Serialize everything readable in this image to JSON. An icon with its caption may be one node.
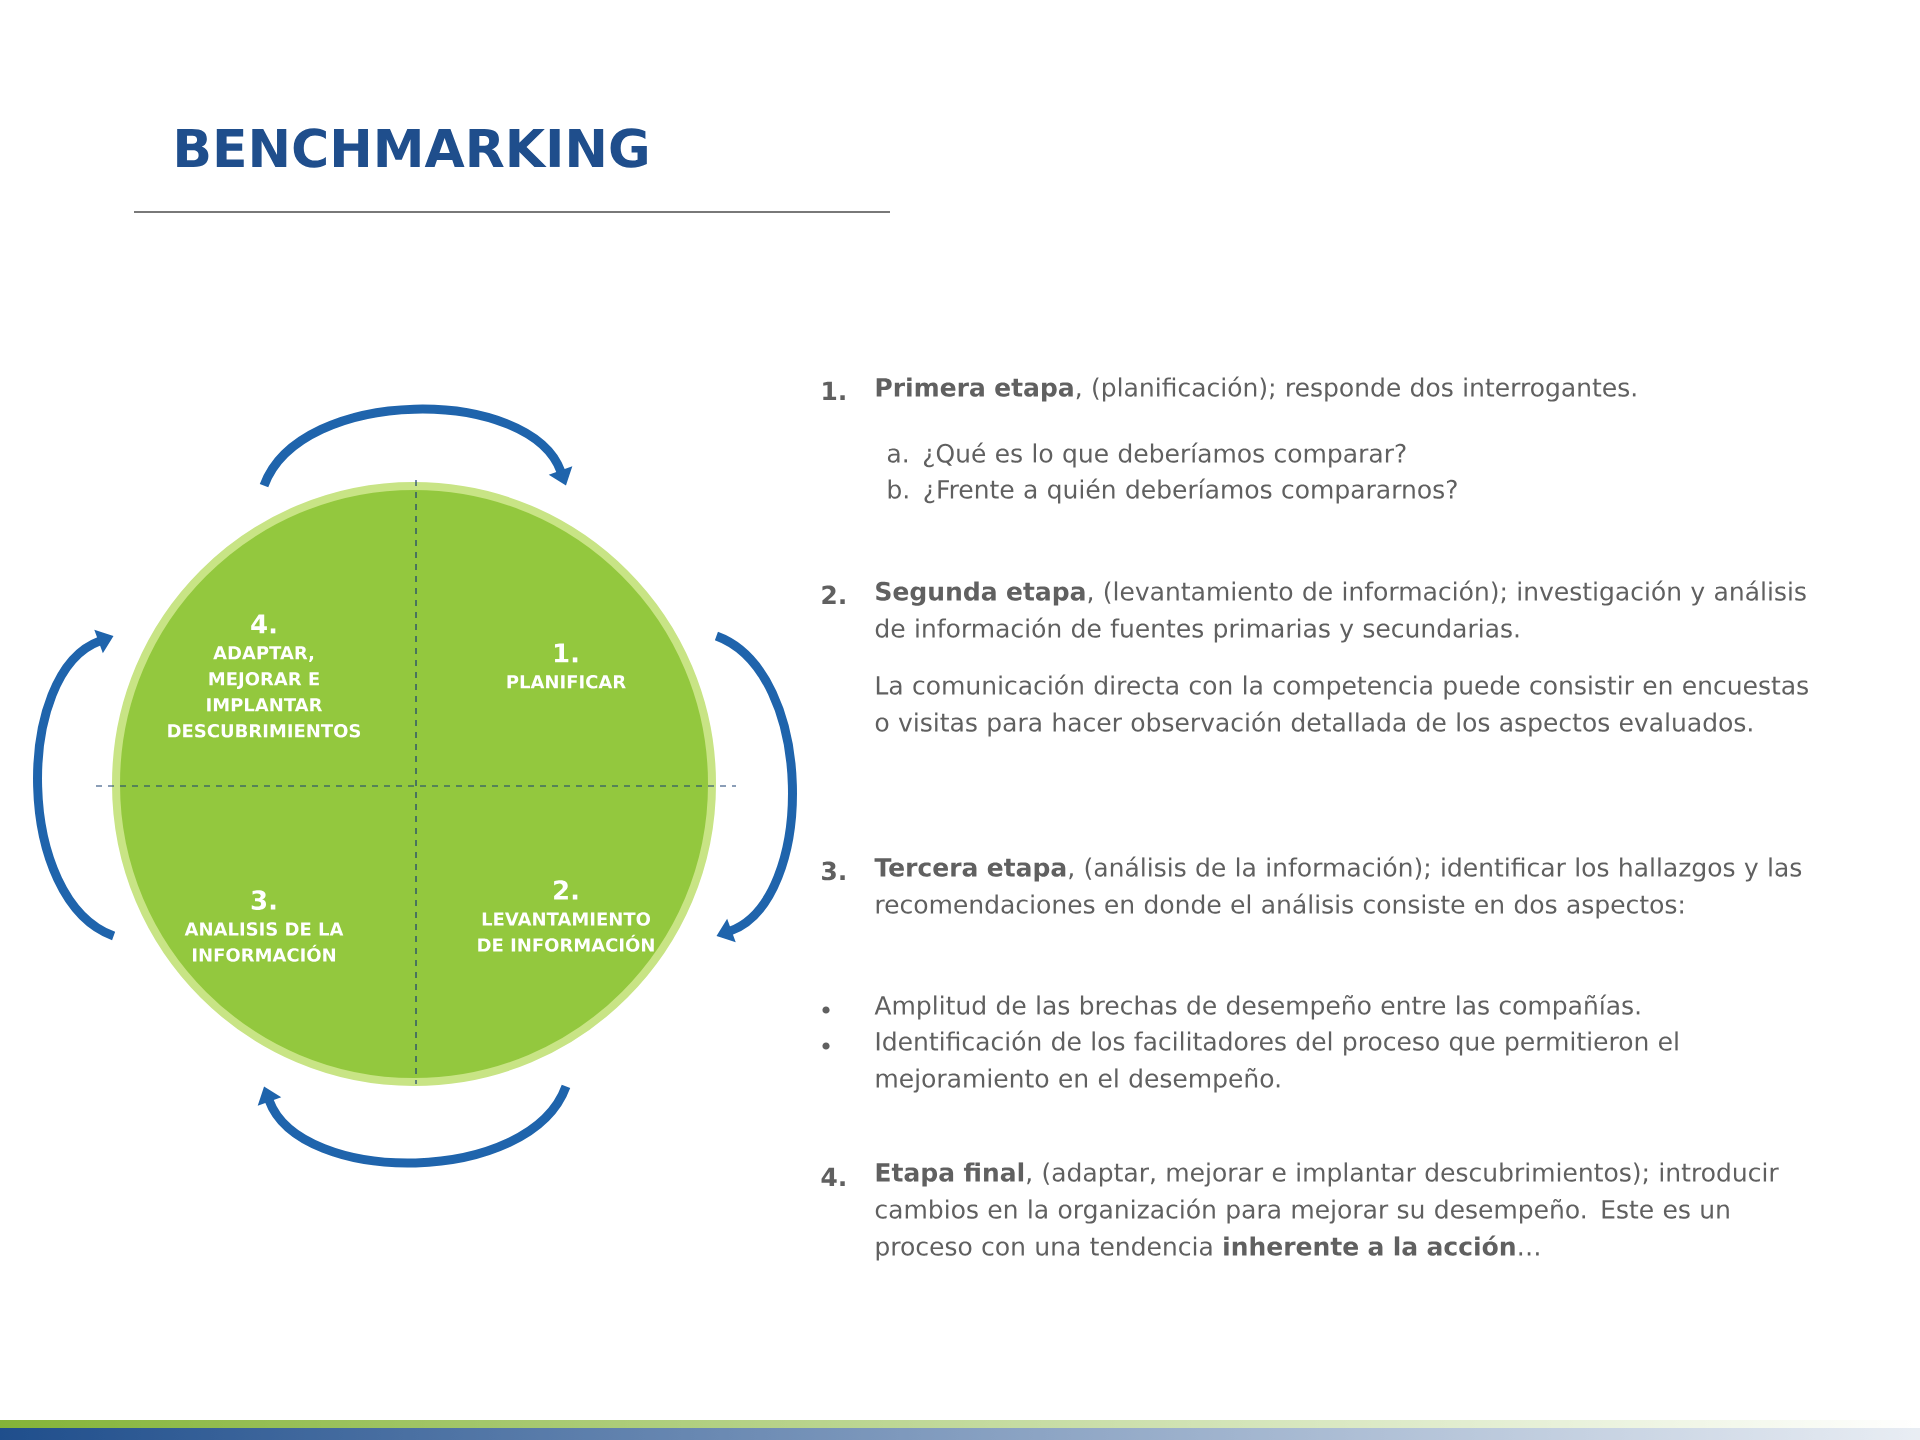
{
  "diagram": {
    "title": "BENCHMARKING",
    "nodes": [
      {
        "text": [
          "4.",
          "ADAPTAR, MEJORAR E IMPLANTAR DESCUBRIMIENTOS"
        ]
      },
      {
        "text": [
          "1.",
          "PLANIFICAR"
        ]
      },
      {
        "text": [
          "3.",
          "ANALISIS DE LA INFORMACIÓN"
        ]
      },
      {
        "text": [
          "2.",
          "LEVANTAMIENTO DE INFORMACIÓN"
        ]
      }
    ],
    "edges": [
      {
        "from": 0,
        "to": 1,
        "arrow": "to"
      },
      {
        "from": 1,
        "to": 3,
        "arrow": "to"
      },
      {
        "from": 3,
        "to": 2,
        "arrow": "to"
      },
      {
        "from": 2,
        "to": 0,
        "arrow": "to"
      }
    ],
    "labels": [
      "1.",
      "**Primera etapa**, (planificación); responde dos interrogantes.",
      "a. ¿Qué es lo que deberíamos comparar?",
      "b. ¿Frente a quién deberíamos compararnos?",
      "2.",
      "**Segunda etapa**, (levantamiento de información); investigación y análisis de información de fuentes primarias y secundarias.",
      "La comunicación directa con la competencia puede consistir en encuestas o visitas para hacer observación detallada de los aspectos evaluados.",
      "3.",
      "**Tercera etapa**, (análisis de la información); identificar los hallazgos y las recomendaciones en donde el análisis consiste en dos aspectos:",
      "Amplitud de las brechas de desempeño entre las compañías.",
      "Identificación de los facilitadores del proceso que permitieron el mejoramiento en el desempeño.",
      "4.",
      "**Etapa final**, (adaptar, mejorar e implantar descubrimientos); introducir cambios en la organización para mejorar su desempeño. Este es un proceso con una tendencia **inherente a la acción**…"
    ]
  }
}
